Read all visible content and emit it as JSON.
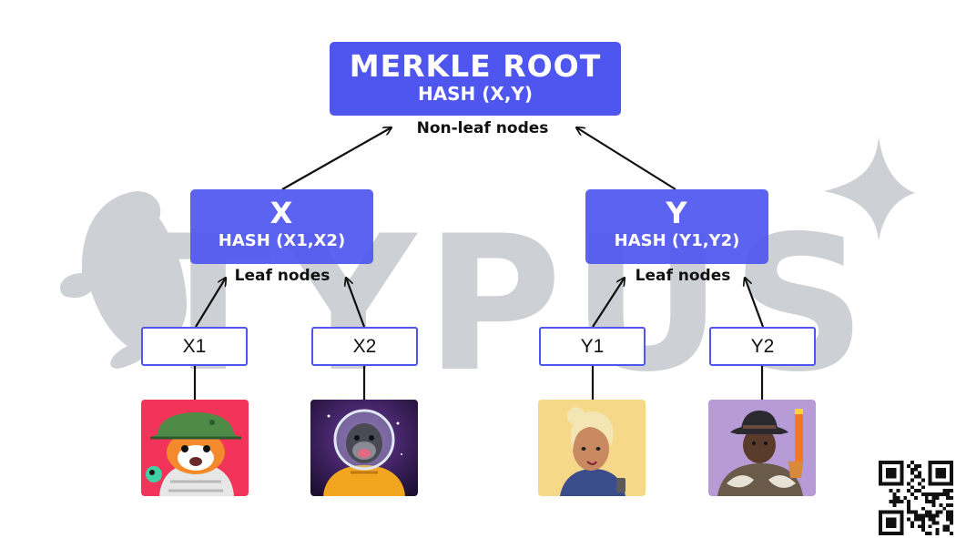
{
  "root": {
    "title": "MERKLE ROOT",
    "hash": "HASH (X,Y)"
  },
  "captions": {
    "non_leaf": "Non-leaf nodes",
    "leaf_left": "Leaf nodes",
    "leaf_right": "Leaf nodes"
  },
  "nodes": {
    "x": {
      "title": "X",
      "hash": "HASH (X1,X2)"
    },
    "y": {
      "title": "Y",
      "hash": "HASH (Y1,Y2)"
    }
  },
  "leaves": [
    "X1",
    "X2",
    "Y1",
    "Y2"
  ],
  "watermark": {
    "text": "TYPUS"
  },
  "colors": {
    "node": "#4f56f0",
    "watermark": "#cdd1d6",
    "text": "#111111"
  },
  "icons": [
    "cat-astronaut-avatar",
    "gorilla-astronaut-avatar",
    "blonde-woman-avatar",
    "gangster-fedora-avatar",
    "qr-code"
  ]
}
